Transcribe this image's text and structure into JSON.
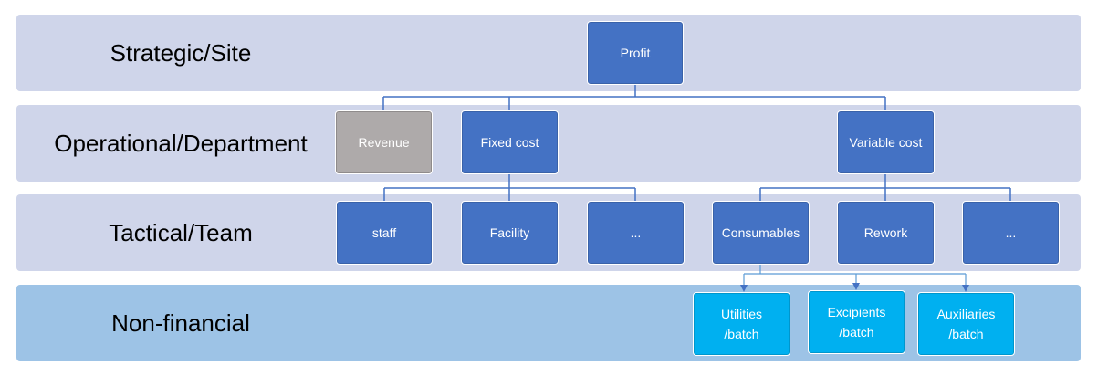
{
  "bands": {
    "strategic": "Strategic/Site",
    "operational": "Operational/Department",
    "tactical": "Tactical/Team",
    "nonfinancial": "Non-financial"
  },
  "nodes": {
    "profit": "Profit",
    "revenue": "Revenue",
    "fixed_cost": "Fixed cost",
    "variable_cost": "Variable cost",
    "staff": "staff",
    "facility": "Facility",
    "fixed_more": "...",
    "consumables": "Consumables",
    "rework": "Rework",
    "variable_more": "...",
    "utilities": [
      "Utilities",
      "/batch"
    ],
    "excipients": [
      "Excipients",
      "/batch"
    ],
    "auxiliaries": [
      "Auxiliaries",
      "/batch"
    ]
  },
  "colors": {
    "band_purple": "#cfd5ea",
    "band_blue": "#9dc3e6",
    "node_dark_blue": "#4472c4",
    "node_gray": "#aeaaaa",
    "node_cyan": "#00b0f0",
    "connector": "#4472c4"
  }
}
